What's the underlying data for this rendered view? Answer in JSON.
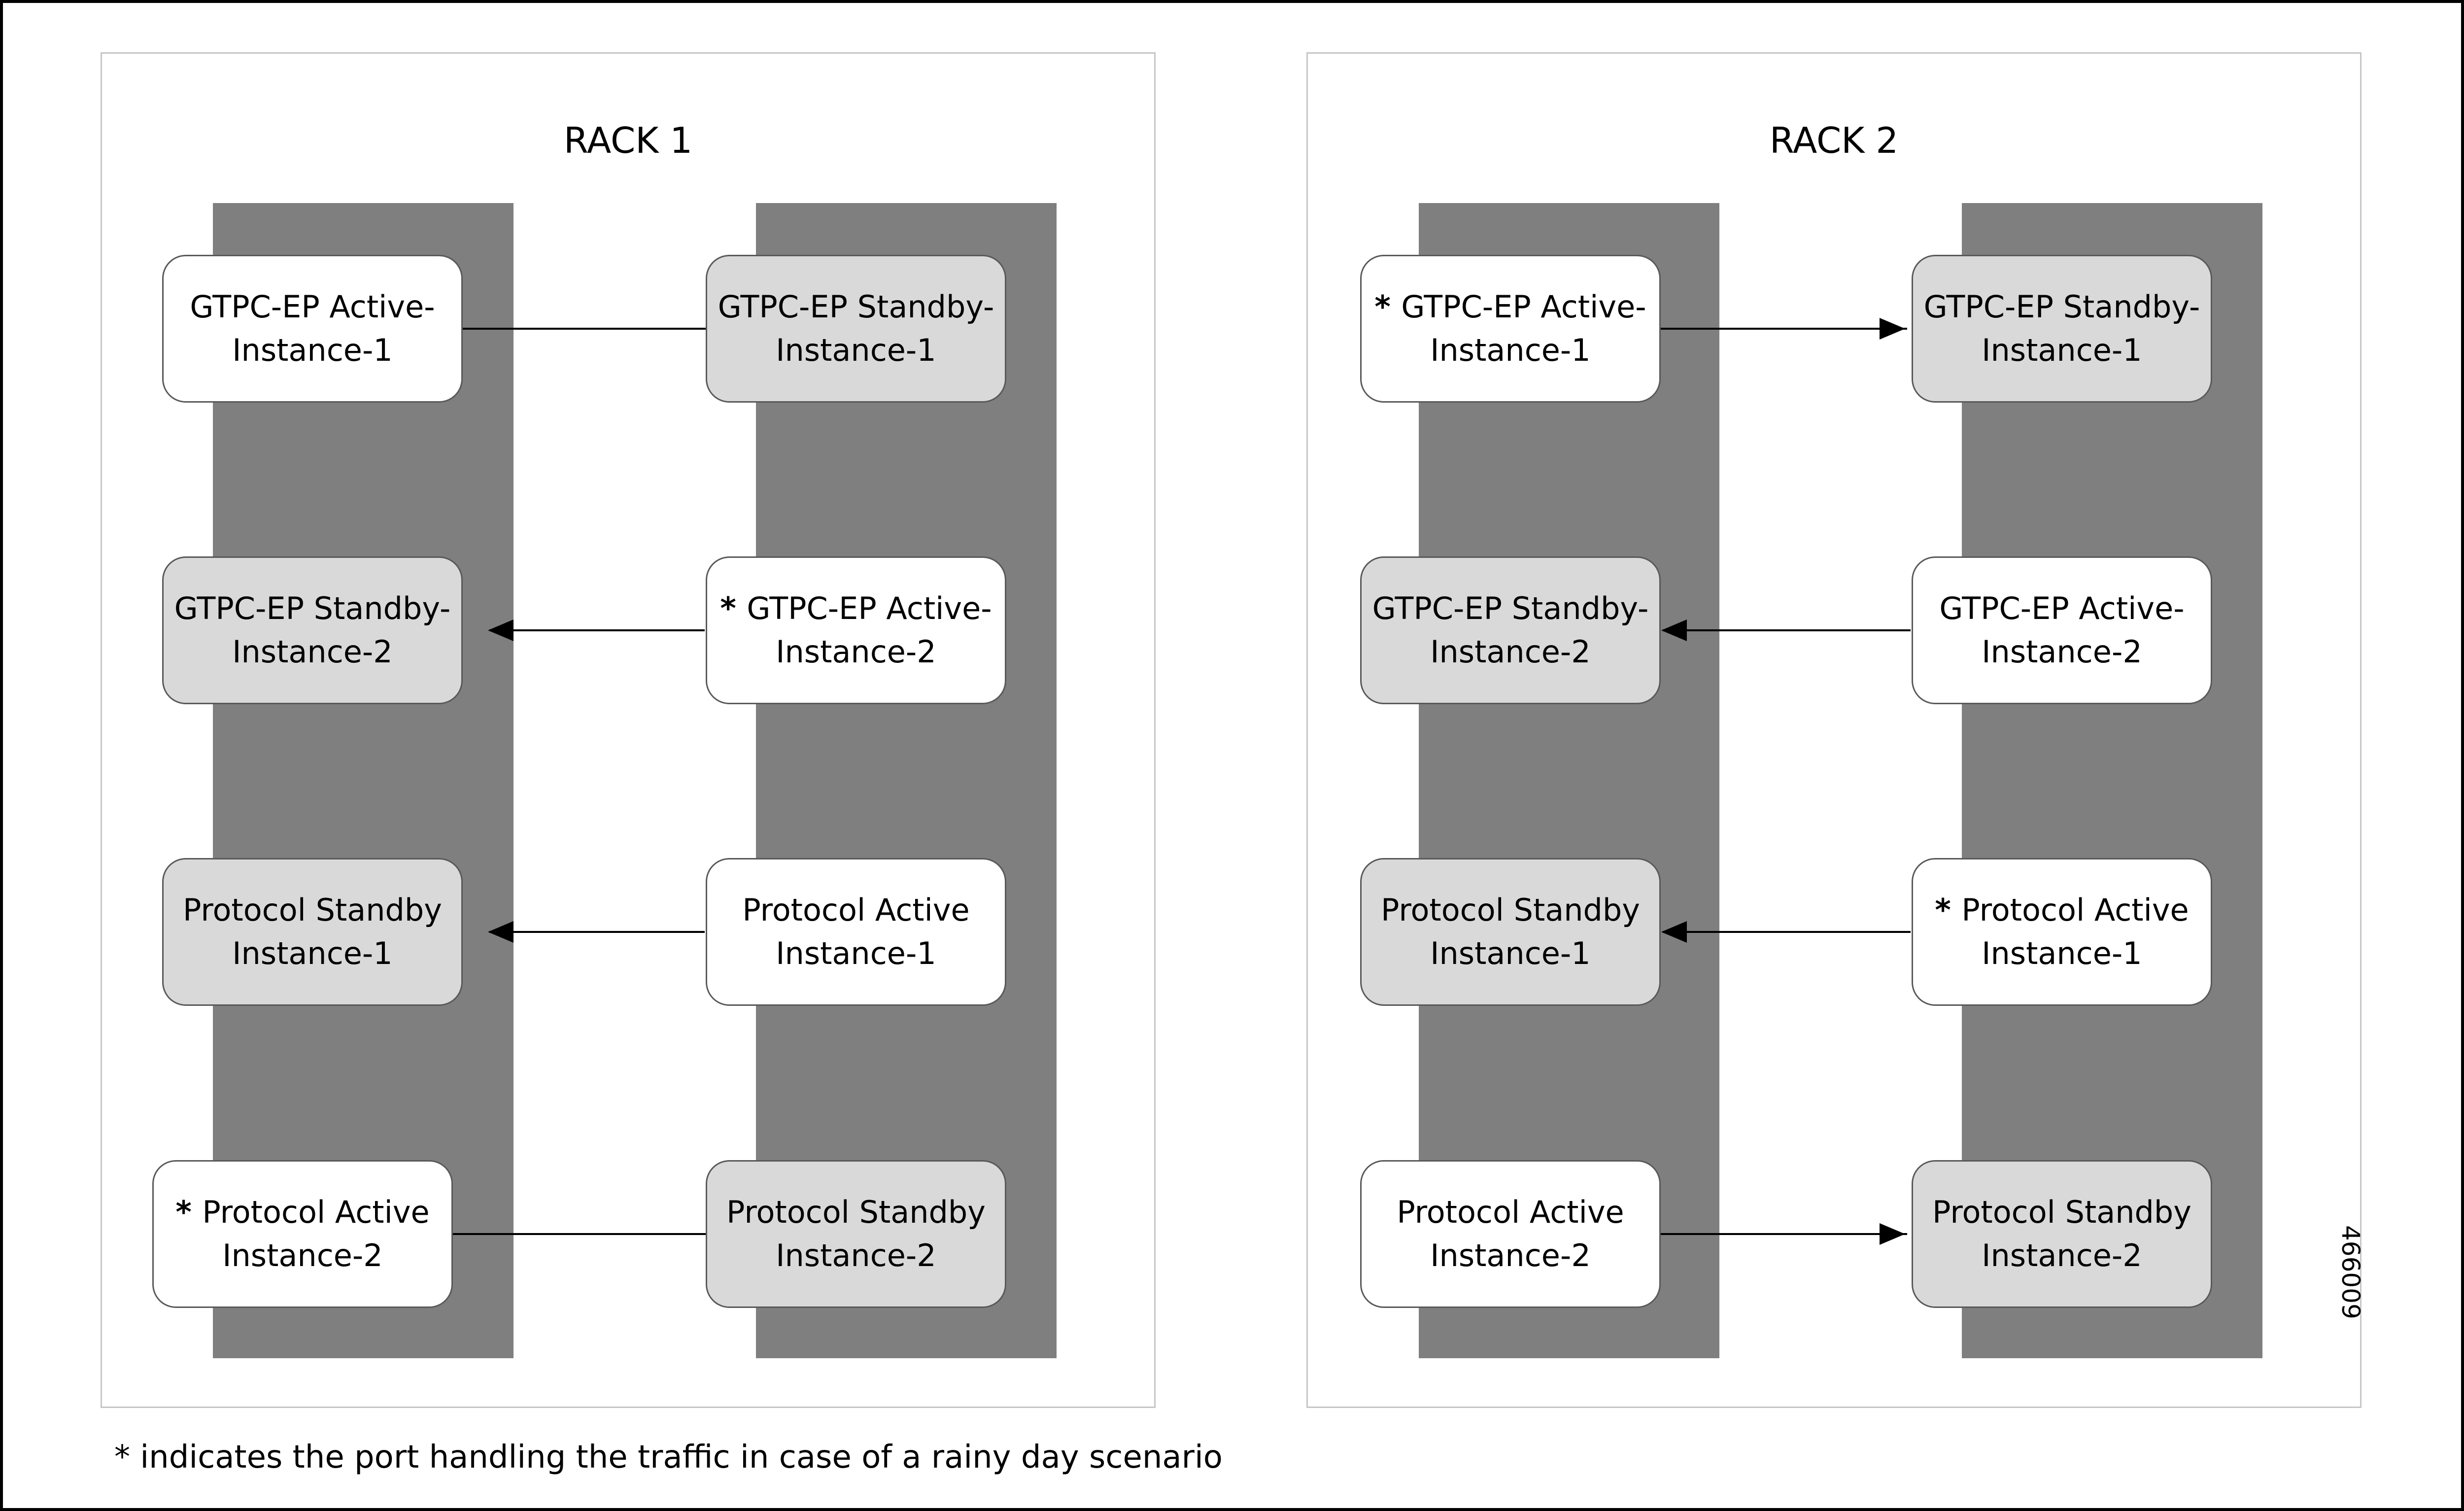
{
  "racks": [
    {
      "title": "RACK 1",
      "nodes": [
        {
          "star": "",
          "label": "GTPC-EP Active-\nInstance-1",
          "state": "active"
        },
        {
          "star": "",
          "label": "GTPC-EP Standby-\nInstance-1",
          "state": "standby"
        },
        {
          "star": "",
          "label": "GTPC-EP Standby-\nInstance-2",
          "state": "standby"
        },
        {
          "star": "*",
          "label": "GTPC-EP Active-\nInstance-2",
          "state": "active"
        },
        {
          "star": "",
          "label": "Protocol Standby\nInstance-1",
          "state": "standby"
        },
        {
          "star": "",
          "label": "Protocol Active\nInstance-1",
          "state": "active"
        },
        {
          "star": "*",
          "label": "Protocol Active\nInstance-2",
          "state": "active"
        },
        {
          "star": "",
          "label": "Protocol Standby\nInstance-2",
          "state": "standby"
        }
      ]
    },
    {
      "title": "RACK 2",
      "nodes": [
        {
          "star": "*",
          "label": "GTPC-EP Active-\nInstance-1",
          "state": "active"
        },
        {
          "star": "",
          "label": "GTPC-EP Standby-\nInstance-1",
          "state": "standby"
        },
        {
          "star": "",
          "label": "GTPC-EP Standby-\nInstance-2",
          "state": "standby"
        },
        {
          "star": "",
          "label": "GTPC-EP Active-\nInstance-2",
          "state": "active"
        },
        {
          "star": "",
          "label": "Protocol Standby\nInstance-1",
          "state": "standby"
        },
        {
          "star": "*",
          "label": "Protocol Active\nInstance-1",
          "state": "active"
        },
        {
          "star": "",
          "label": "Protocol Active\nInstance-2",
          "state": "active"
        },
        {
          "star": "",
          "label": "Protocol Standby\nInstance-2",
          "state": "standby"
        }
      ]
    }
  ],
  "footnote": "* indicates the port handling the traffic in case of a rainy day scenario",
  "figure_id": "466009",
  "colors": {
    "column": "#7f7f7f",
    "active_fill": "#ffffff",
    "standby_fill": "#d9d9d9",
    "border": "#595959"
  }
}
